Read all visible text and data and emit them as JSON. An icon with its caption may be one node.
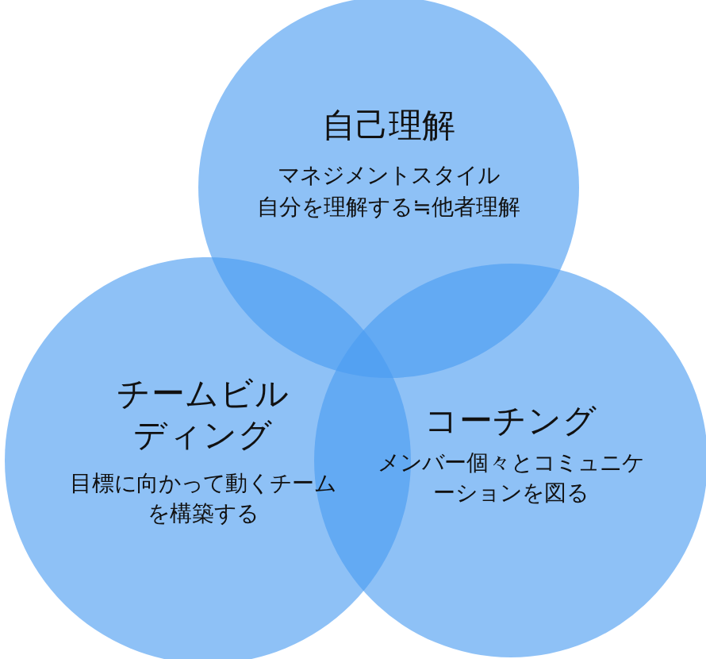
{
  "diagram": {
    "nodes": [
      {
        "text": [
          "自己理解",
          "マネジメントスタイル",
          "自分を理解する≒他者理解"
        ]
      },
      {
        "text": [
          "チームビルディング",
          "目標に向かって動くチームを構築する"
        ]
      },
      {
        "text": [
          "コーチング",
          "メンバー個々とコミュニケーションを図る"
        ]
      }
    ]
  }
}
